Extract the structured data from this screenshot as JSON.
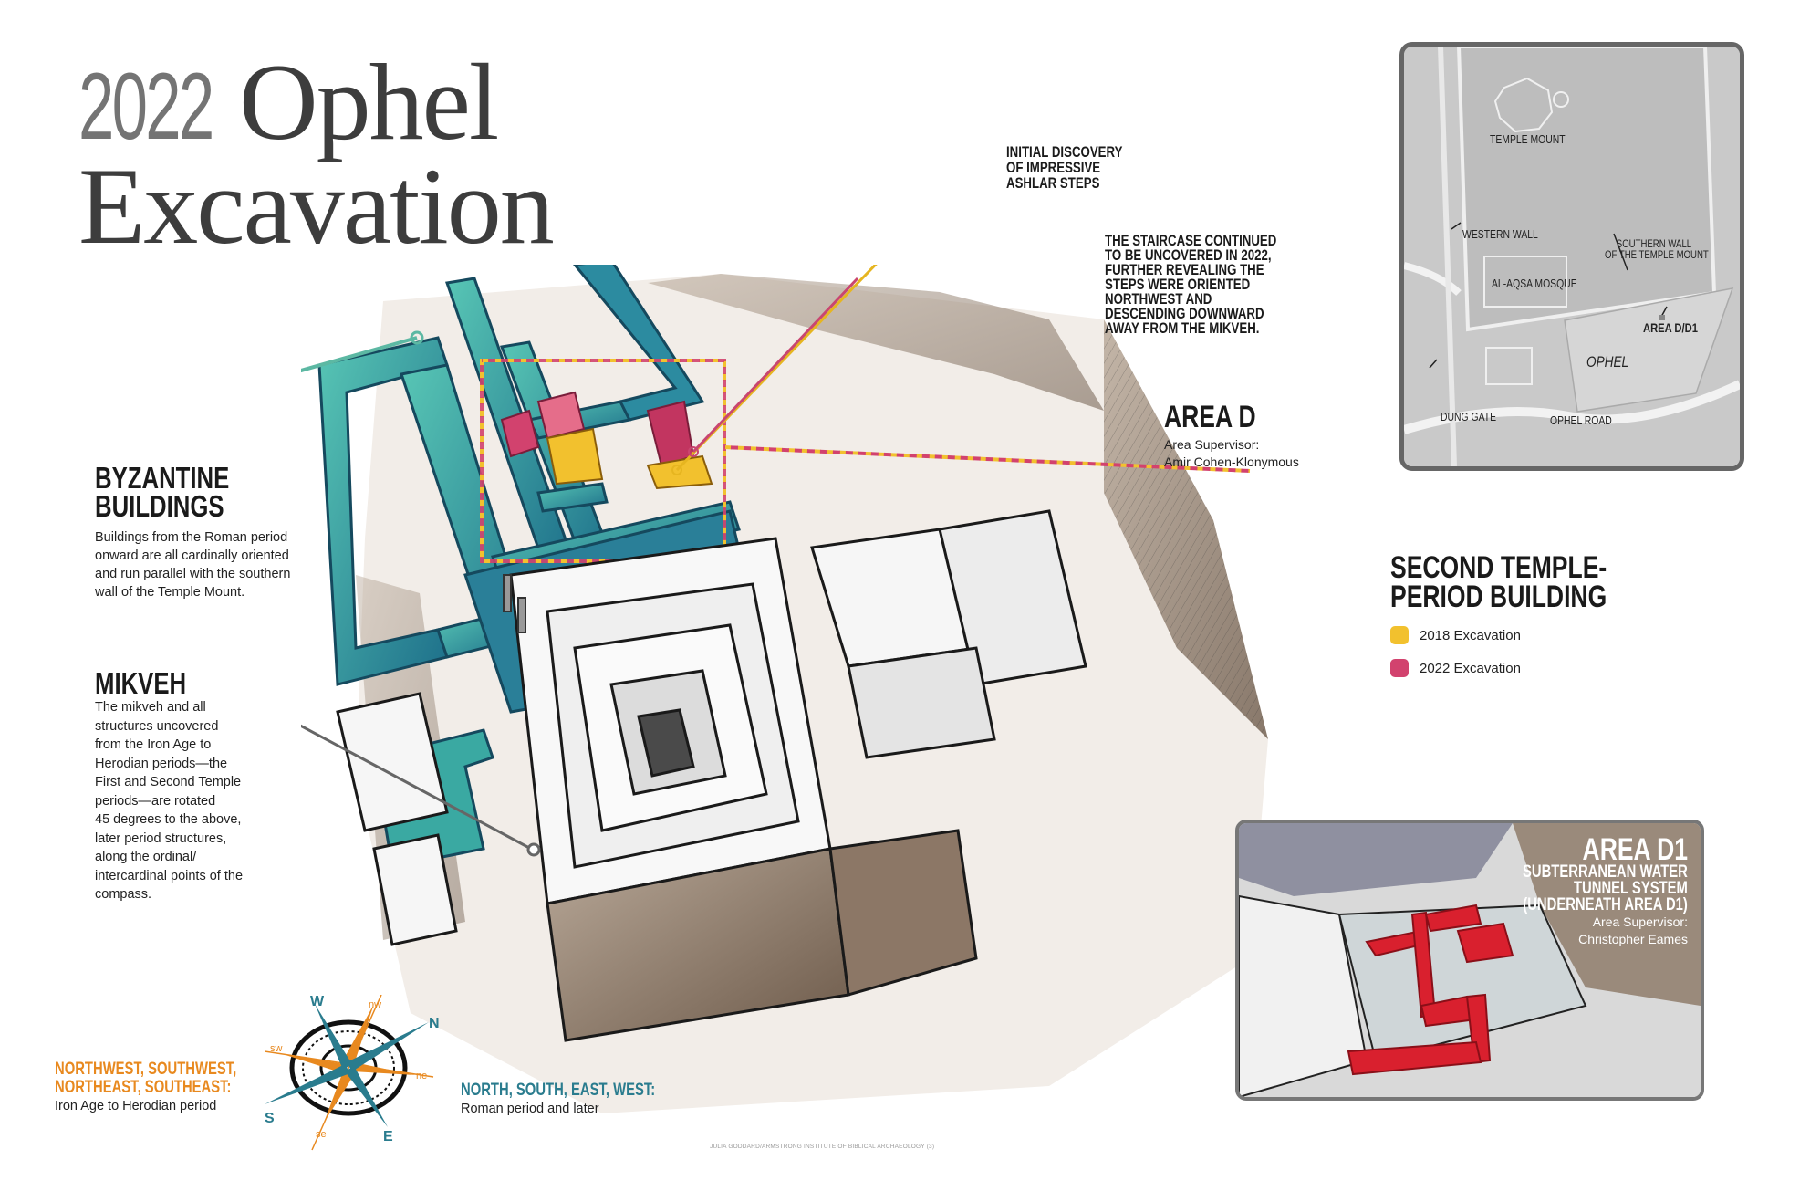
{
  "title": {
    "year": "2022",
    "line1": "Ophel",
    "line2": "Excavation"
  },
  "callouts": {
    "initial_discovery": [
      "INITIAL DISCOVERY",
      "OF IMPRESSIVE",
      "ASHLAR STEPS"
    ],
    "staircase": [
      "THE STAIRCASE CONTINUED",
      "TO BE UNCOVERED IN 2022,",
      "FURTHER REVEALING THE",
      "STEPS WERE ORIENTED",
      "NORTHWEST AND",
      "DESCENDING DOWNWARD",
      "AWAY FROM THE MIKVEH."
    ],
    "area_d": {
      "heading": "AREA D",
      "supervisor_label": "Area Supervisor:",
      "supervisor_name": "Amir Cohen-Klonymous"
    },
    "byzantine": {
      "heading": [
        "BYZANTINE",
        "BUILDINGS"
      ],
      "body": [
        "Buildings from the Roman period",
        "onward are all cardinally oriented",
        "and run parallel with the southern",
        "wall of the Temple Mount."
      ]
    },
    "mikveh": {
      "heading": "MIKVEH",
      "body": [
        "The mikveh and all",
        "structures uncovered",
        "from the Iron Age to",
        "Herodian periods—the",
        "First and Second Temple",
        "periods—are rotated",
        "45 degrees to the above,",
        "later period structures,",
        "along the ordinal/",
        "intercardinal points of the",
        "compass."
      ]
    },
    "second_temple": {
      "heading": [
        "SECOND TEMPLE-",
        "PERIOD BUILDING"
      ],
      "legend": [
        {
          "label": "2018 Excavation",
          "color": "#f2c12e"
        },
        {
          "label": "2022 Excavation",
          "color": "#d2426e"
        }
      ]
    }
  },
  "compass": {
    "ordinal": {
      "heading": [
        "NORTHWEST, SOUTHWEST,",
        "NORTHEAST, SOUTHEAST:"
      ],
      "body": "Iron Age to Herodian period",
      "color": "#e8891f"
    },
    "cardinal": {
      "heading": "NORTH, SOUTH, EAST, WEST:",
      "body": "Roman period and later",
      "color": "#2a7c8e"
    },
    "labels": {
      "n": "N",
      "s": "S",
      "e": "E",
      "w": "W",
      "nw": "nw",
      "ne": "ne",
      "sw": "sw",
      "se": "se"
    }
  },
  "map": {
    "labels": {
      "temple_mount": "TEMPLE MOUNT",
      "western_wall": "WESTERN WALL",
      "southern_wall": [
        "SOUTHERN WALL",
        "OF THE TEMPLE MOUNT"
      ],
      "al_aqsa": "AL-AQSA MOSQUE",
      "area_d_d1": "AREA D/D1",
      "ophel": "OPHEL",
      "dung_gate": "DUNG GATE",
      "ophel_road": "OPHEL ROAD"
    }
  },
  "area_d1": {
    "heading": "AREA D1",
    "subheading": [
      "SUBTERRANEAN WATER",
      "TUNNEL SYSTEM",
      "(UNDERNEATH AREA D1)"
    ],
    "supervisor_label": "Area Supervisor:",
    "supervisor_name": "Christopher Eames"
  },
  "credit": "JULIA GODDARD/ARMSTRONG INSTITUTE OF BIBLICAL ARCHAEOLOGY (3)",
  "colors": {
    "byzantine_teal": "#3fb5a8",
    "byzantine_dark": "#1f7f95",
    "yellow_2018": "#f2c12e",
    "pink_2022": "#d2426e",
    "d1_red": "#d9202e",
    "dirt_brown": "#8a7563",
    "ordinal_orange": "#e8891f",
    "cardinal_teal": "#2a7c8e"
  }
}
